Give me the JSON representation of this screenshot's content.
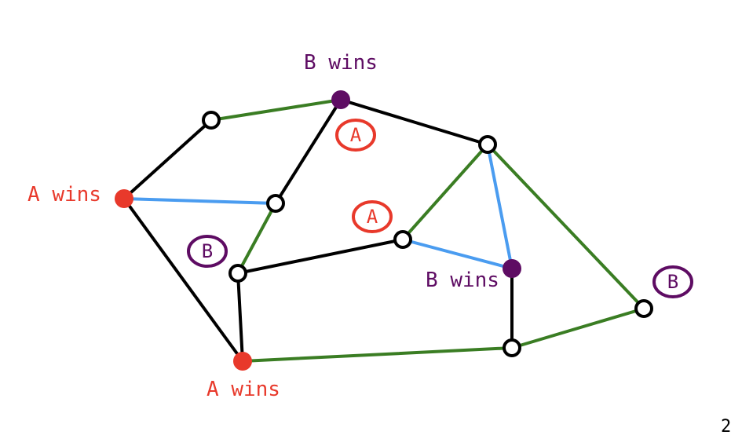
{
  "colors": {
    "team_a": "#e8392b",
    "team_b": "#5e0c63",
    "edge_black": "#000000",
    "edge_green": "#3a7d23",
    "edge_blue": "#4a9cf0",
    "open_node_fill": "#ffffff"
  },
  "nodes": [
    {
      "id": "b-top",
      "state": "B"
    },
    {
      "id": "top-left",
      "state": "open"
    },
    {
      "id": "a-left",
      "state": "A"
    },
    {
      "id": "center-upper",
      "state": "open"
    },
    {
      "id": "right-top",
      "state": "open"
    },
    {
      "id": "center-mid",
      "state": "open"
    },
    {
      "id": "b-mid",
      "state": "B"
    },
    {
      "id": "left-mid",
      "state": "open"
    },
    {
      "id": "a-bottom",
      "state": "A"
    },
    {
      "id": "bottom-right",
      "state": "open"
    },
    {
      "id": "far-right",
      "state": "open"
    }
  ],
  "edges": [
    {
      "from": "top-left",
      "to": "b-top",
      "color": "green"
    },
    {
      "from": "b-top",
      "to": "right-top",
      "color": "black"
    },
    {
      "from": "top-left",
      "to": "a-left",
      "color": "black"
    },
    {
      "from": "b-top",
      "to": "center-upper",
      "color": "black"
    },
    {
      "from": "a-left",
      "to": "center-upper",
      "color": "blue"
    },
    {
      "from": "center-upper",
      "to": "left-mid",
      "color": "green"
    },
    {
      "from": "a-left",
      "to": "a-bottom",
      "color": "black"
    },
    {
      "from": "left-mid",
      "to": "center-mid",
      "color": "black"
    },
    {
      "from": "left-mid",
      "to": "a-bottom",
      "color": "black"
    },
    {
      "from": "center-mid",
      "to": "right-top",
      "color": "green"
    },
    {
      "from": "center-mid",
      "to": "b-mid",
      "color": "blue"
    },
    {
      "from": "right-top",
      "to": "b-mid",
      "color": "blue"
    },
    {
      "from": "right-top",
      "to": "far-right",
      "color": "green"
    },
    {
      "from": "b-mid",
      "to": "bottom-right",
      "color": "black"
    },
    {
      "from": "a-bottom",
      "to": "bottom-right",
      "color": "green"
    },
    {
      "from": "bottom-right",
      "to": "far-right",
      "color": "green"
    }
  ],
  "labels": {
    "b_top_wins": "B wins",
    "a_left_wins": "A wins",
    "b_mid_wins": "B wins",
    "a_bottom_wins": "A wins"
  },
  "marks": {
    "mark_a_upper": "A",
    "mark_a_center": "A",
    "mark_b_left": "B",
    "mark_b_right": "B"
  },
  "page_number": "2"
}
